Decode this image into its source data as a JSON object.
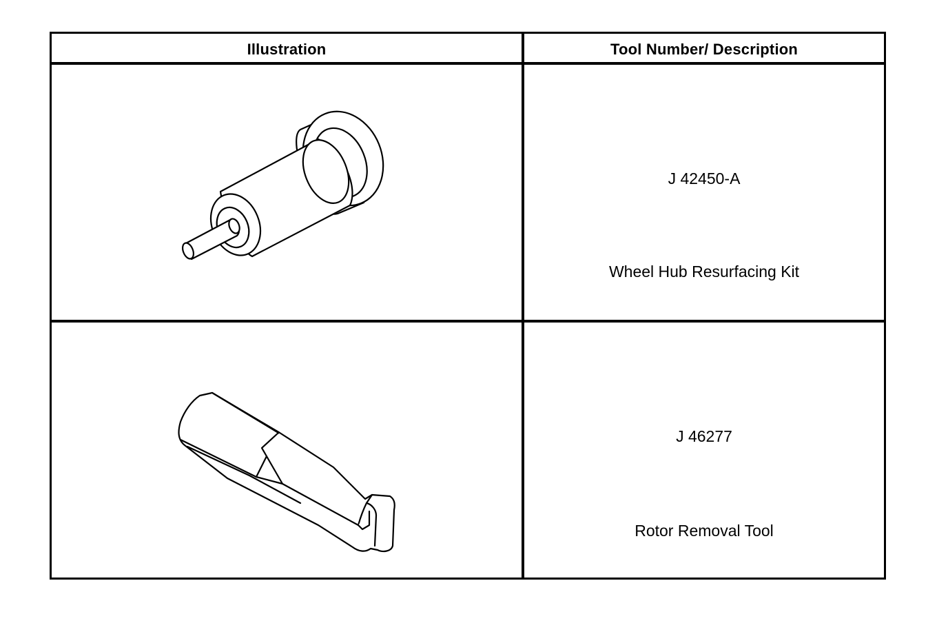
{
  "table": {
    "headers": {
      "illustration": "Illustration",
      "tool": "Tool Number/ Description"
    },
    "rows": [
      {
        "tool_number": "J 42450-A",
        "description": "Wheel Hub Resurfacing Kit",
        "illustration_icon": "wheel-hub-resurfacing-kit-icon"
      },
      {
        "tool_number": "J 46277",
        "description": "Rotor Removal Tool",
        "illustration_icon": "rotor-removal-tool-icon"
      }
    ]
  }
}
